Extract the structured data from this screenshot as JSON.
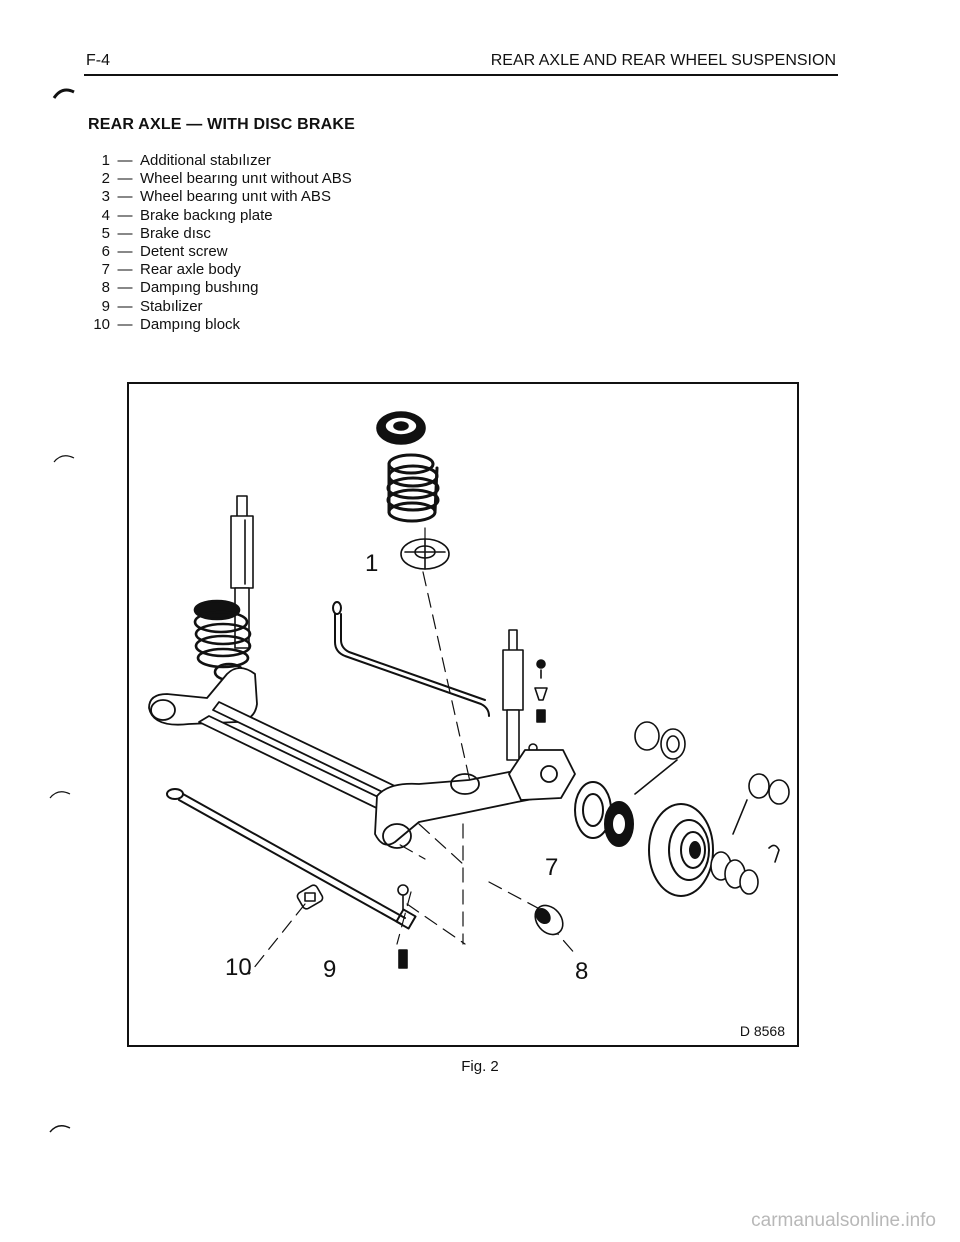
{
  "header": {
    "page_code": "F-4",
    "running_title": "REAR AXLE AND REAR WHEEL SUSPENSION"
  },
  "section": {
    "title": "REAR AXLE — WITH DISC BRAKE"
  },
  "legend": [
    {
      "num": "1",
      "label": "Additional stabılızer"
    },
    {
      "num": "2",
      "label": "Wheel bearıng unıt without ABS"
    },
    {
      "num": "3",
      "label": "Wheel bearıng unıt with ABS"
    },
    {
      "num": "4",
      "label": "Brake backıng plate"
    },
    {
      "num": "5",
      "label": "Brake dısc"
    },
    {
      "num": "6",
      "label": "Detent screw"
    },
    {
      "num": "7",
      "label": "Rear axle body"
    },
    {
      "num": "8",
      "label": "Dampıng bushıng"
    },
    {
      "num": "9",
      "label": "Stabılizer"
    },
    {
      "num": "10",
      "label": "Dampıng block"
    }
  ],
  "legend_separator": "—",
  "figure": {
    "callouts": [
      "1",
      "7",
      "10",
      "9",
      "8"
    ],
    "drawing_code": "D 8568",
    "caption": "Fig. 2"
  },
  "watermark": "carmanualsonline.info"
}
